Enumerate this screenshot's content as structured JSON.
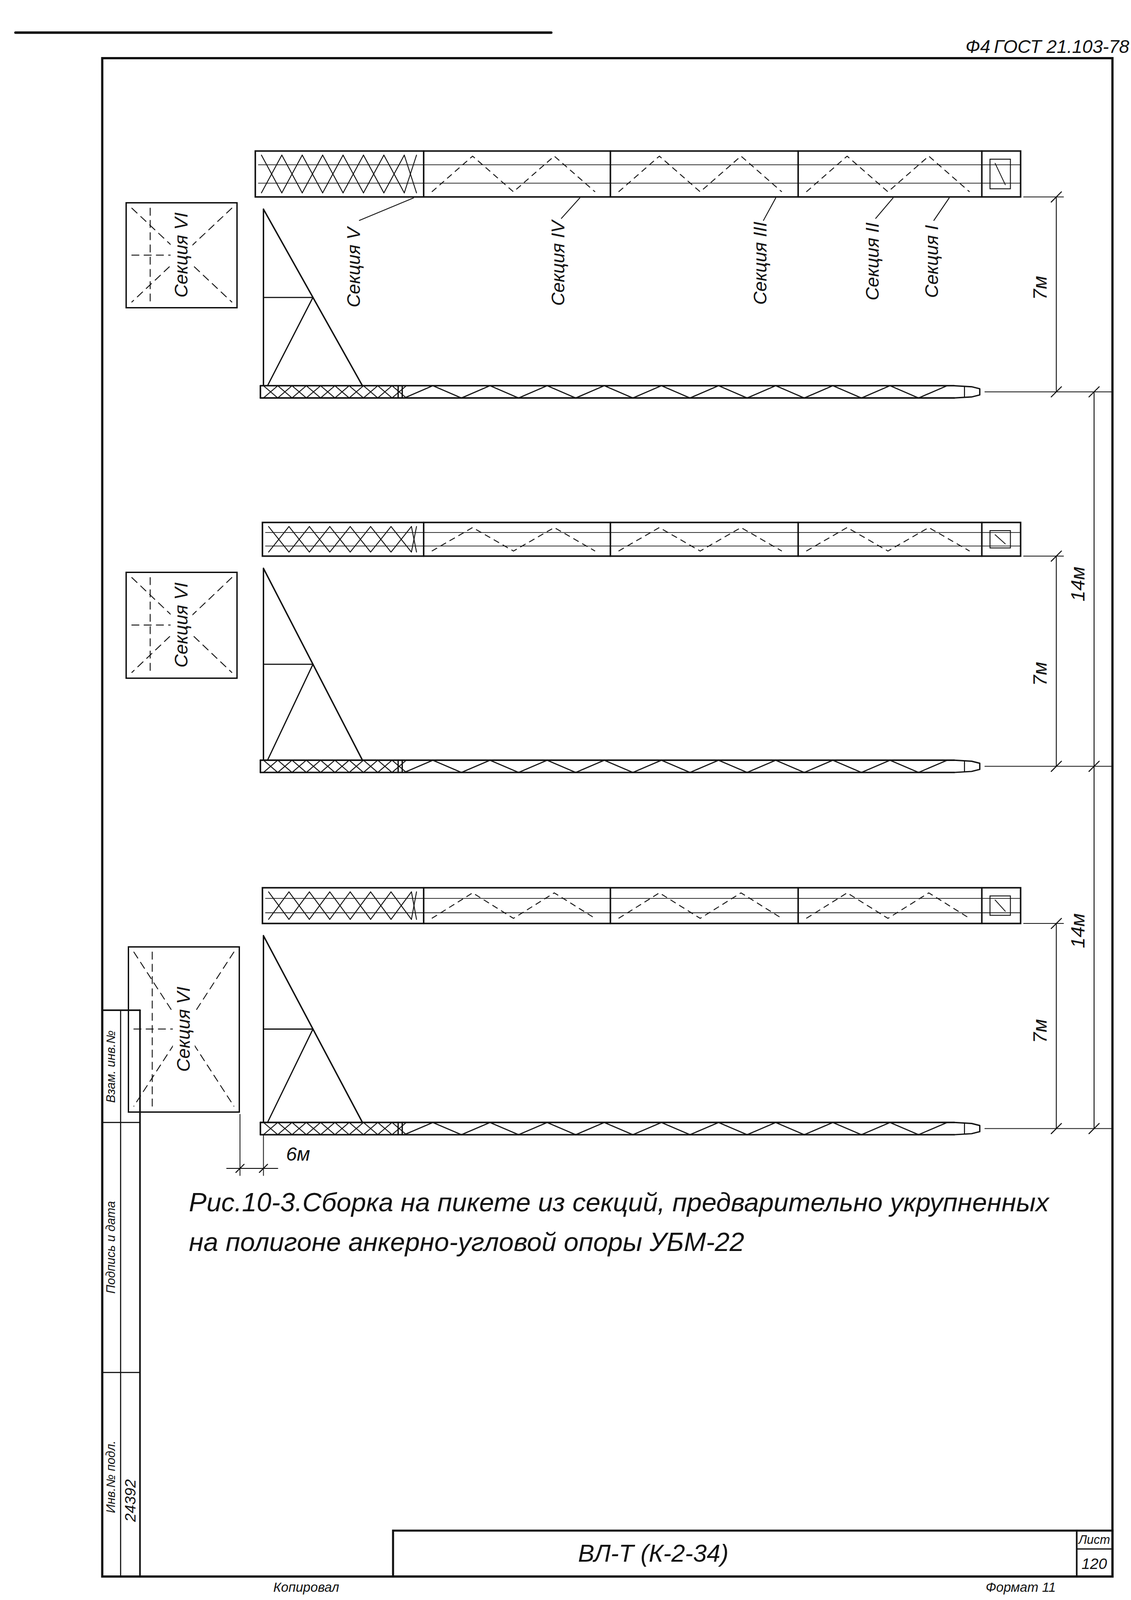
{
  "diagram": {
    "caption": "Рис.10-3.Сборка на пикете из секций, предварительно укрупненных на полигоне анкерно-угловой опоры УБМ-22",
    "nodes": [
      {
        "text": [
          "Секция VI"
        ]
      },
      {
        "text": [
          "Секция VI"
        ]
      },
      {
        "text": [
          "Секция VI"
        ]
      }
    ],
    "labels": [
      "Ф4",
      "ГОСТ 21.103-78",
      "Секция V",
      "Секция IV",
      "Секция III",
      "Секция II",
      "Секция I",
      "7м",
      "14м",
      "7м",
      "14м",
      "7м",
      "6м",
      "Инв.№ подл.",
      "24392",
      "Подпись и дата",
      "Взам. инв.№",
      "ВЛ-Т (К-2-34)",
      "Лист",
      "120",
      "Копировал",
      "Формат 11"
    ]
  }
}
